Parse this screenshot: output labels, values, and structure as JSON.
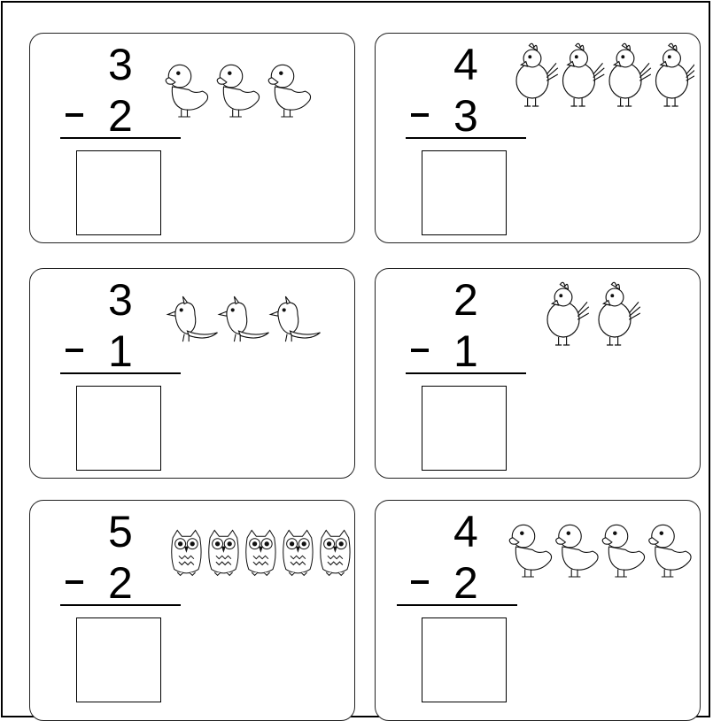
{
  "problems": [
    {
      "top": "3",
      "operator": "-",
      "bottom": "2",
      "animal": "duck-icon",
      "animal_count": 3
    },
    {
      "top": "4",
      "operator": "-",
      "bottom": "3",
      "animal": "chick-icon",
      "animal_count": 4
    },
    {
      "top": "3",
      "operator": "-",
      "bottom": "1",
      "animal": "bird-icon",
      "animal_count": 3
    },
    {
      "top": "2",
      "operator": "-",
      "bottom": "1",
      "animal": "chick-icon",
      "animal_count": 2
    },
    {
      "top": "5",
      "operator": "-",
      "bottom": "2",
      "animal": "owl-icon",
      "animal_count": 5
    },
    {
      "top": "4",
      "operator": "-",
      "bottom": "2",
      "animal": "duck-icon",
      "animal_count": 4
    }
  ]
}
